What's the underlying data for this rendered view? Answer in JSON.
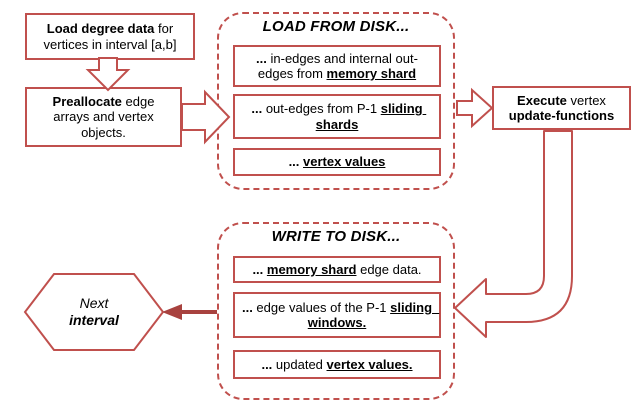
{
  "diagram": {
    "title": "GraphChi execution interval pipeline",
    "accent_color": "#c0504d",
    "text_color": "#000000",
    "background": "#ffffff"
  },
  "nodes": {
    "load_degree": {
      "name": "load-degree-data-box",
      "line1_bold": "Load degree data",
      "line1_rest": " for",
      "line2": "vertices in interval [a,b]"
    },
    "preallocate": {
      "name": "preallocate-box",
      "line1_bold": "Preallocate",
      "line1_rest": " edge",
      "line2": "arrays and vertex",
      "line3": "objects."
    },
    "execute": {
      "name": "execute-box",
      "line1_bold": "Execute",
      "line1_rest": " vertex",
      "line2_bold": "update-functions"
    },
    "next_interval": {
      "name": "next-interval-hexagon",
      "line1": "Next",
      "line2": "interval"
    }
  },
  "load_group": {
    "title": "LOAD FROM DISK...",
    "items": [
      {
        "id": "load-item-memory-shard",
        "segments": [
          {
            "text": "... ",
            "style": "bold"
          },
          {
            "text": "in-edges and internal out-edges from ",
            "style": "normal"
          },
          {
            "text": "memory shard",
            "style": "underline-bold"
          }
        ]
      },
      {
        "id": "load-item-sliding-shards",
        "segments": [
          {
            "text": "... ",
            "style": "bold"
          },
          {
            "text": "out-edges from P-1 ",
            "style": "normal"
          },
          {
            "text": "sliding shards",
            "style": "underline-bold"
          }
        ]
      },
      {
        "id": "load-item-vertex-values",
        "segments": [
          {
            "text": "... ",
            "style": "bold"
          },
          {
            "text": "vertex values",
            "style": "underline-bold"
          }
        ]
      }
    ]
  },
  "write_group": {
    "title": "WRITE TO DISK...",
    "items": [
      {
        "id": "write-item-memory-shard",
        "segments": [
          {
            "text": "... ",
            "style": "bold"
          },
          {
            "text": "memory shard",
            "style": "underline-bold"
          },
          {
            "text": " edge data.",
            "style": "normal"
          }
        ]
      },
      {
        "id": "write-item-sliding-windows",
        "segments": [
          {
            "text": "... ",
            "style": "bold"
          },
          {
            "text": "edge values of the P-1 ",
            "style": "normal"
          },
          {
            "text": "sliding  windows.",
            "style": "underline-bold"
          }
        ]
      },
      {
        "id": "write-item-vertex-values",
        "segments": [
          {
            "text": "... ",
            "style": "bold"
          },
          {
            "text": "updated ",
            "style": "normal"
          },
          {
            "text": "vertex values.",
            "style": "underline-bold"
          }
        ]
      }
    ]
  },
  "arrows": [
    {
      "name": "arrow-load-degree-to-preallocate",
      "direction": "down"
    },
    {
      "name": "arrow-preallocate-to-load-group",
      "direction": "right"
    },
    {
      "name": "arrow-load-group-to-execute",
      "direction": "right"
    },
    {
      "name": "arrow-execute-to-write-group",
      "direction": "left-curved"
    },
    {
      "name": "arrow-write-group-to-next-interval",
      "direction": "left"
    }
  ]
}
